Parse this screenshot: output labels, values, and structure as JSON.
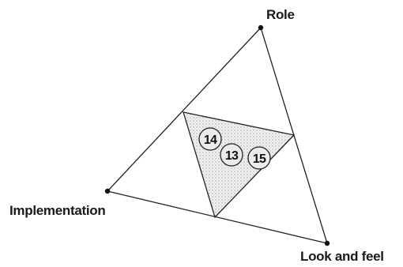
{
  "vertices": {
    "top": "Role",
    "left": "Implementation",
    "bottom_right": "Look and feel"
  },
  "markers": [
    "14",
    "13",
    "15"
  ],
  "colors": {
    "line": "#222222",
    "shade": "#c8c8c8",
    "circle_fill": "#ececec"
  }
}
